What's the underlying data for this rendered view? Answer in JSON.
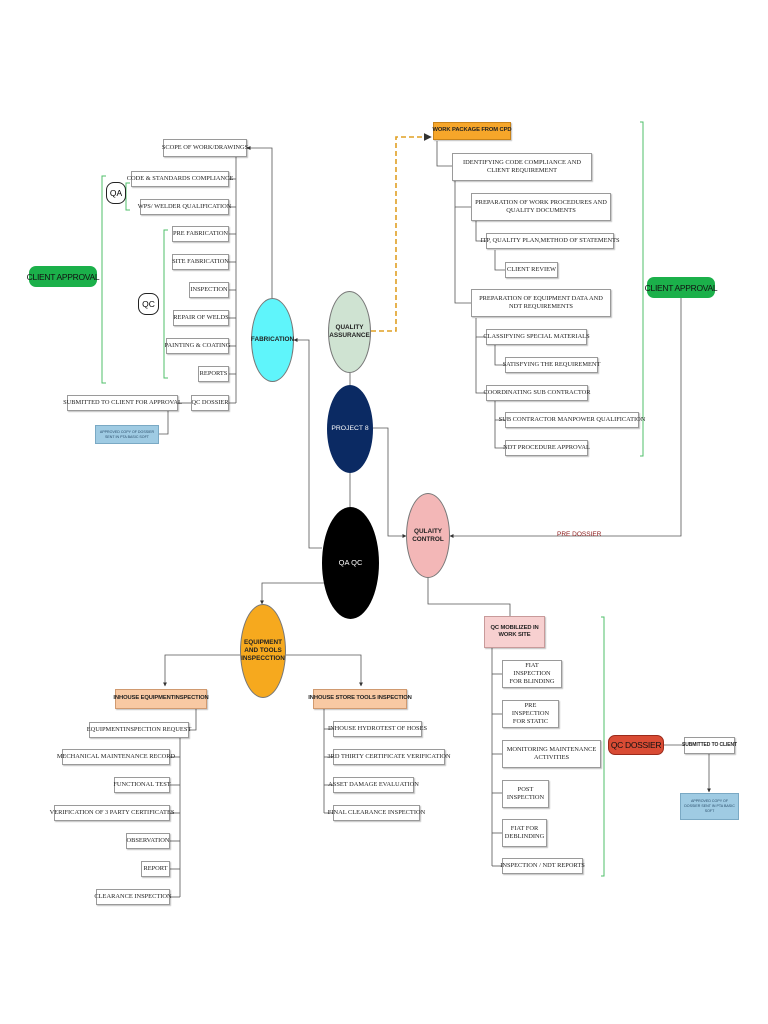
{
  "center": "QA QC",
  "project": "PROJECT 8",
  "quality_assurance": "QUALITY\nASSURANCE",
  "quality_control": "QULAITY\nCONTROL",
  "fabrication": "FABRICATION",
  "equipment": "EQUIPMENT\nAND TOOLS\nINSPECCTION",
  "fabrication_branch": {
    "scope": "SCOPE OF WORK/DRAWINGS",
    "qa_tag": "QA",
    "qa_items": [
      "CODE & STANDARDS COMPLIANCE",
      "WPS/ WELDER QUALIFICATION"
    ],
    "qc_tag": "QC",
    "qc_items": [
      "PRE FABRICATION",
      "SITE FABRICATION",
      "INSPECTION",
      "REPAIR OF WELDS",
      "PAINTING & COATING",
      "REPORTS"
    ],
    "qc_dossier": "QC DOSSIER",
    "submitted": "SUBMITTED TO CLIENT FOR APPROVAL",
    "approved_note": "APPROVED COPY OF DOSSIER SENT IN PTA BASIC SOFT",
    "client_approval": "CLIENT APPROVAL"
  },
  "qa_branch": {
    "work_package": "WORK PACKAGE FROM CPD",
    "identifying": "IDENTIFYING CODE COMPLIANCE AND CLIENT REQUIREMENT",
    "prep_procedures": "PREPARATION OF WORK PROCEDURES AND QUALITY DOCUMENTS",
    "itp": "ITP, QUALITY PLAN,METHOD OF STATEMENTS",
    "client_review": "CLIENT REVIEW",
    "prep_equipment": "PREPARATION OF EQUIPMENT DATA AND NDT REQUIREMENTS",
    "classifying": "CLASSIFYING SPECIAL MATERIALS",
    "satisfying": "SATISFYING THE REQUIREMENT",
    "coordinating": "COORDINATING SUB CONTRACTOR",
    "manpower": "SUB CONTRACTOR MANPOWER QUALIFICATION",
    "ndt_approval": "NDT PROCEDURE APPROVAL",
    "client_approval": "CLIENT APPROVAL",
    "pre_dossier": "PRE DOSSIER"
  },
  "qc_branch": {
    "mobilized": "QC MOBILIZED IN\nWORK SITE",
    "items": [
      "FIAT INSPECTION\nFOR BLINDING",
      "PRE INSPECTION\nFOR STATIC",
      "MONITORING MAINTENANCE\nACTIVITIES",
      "POST\nINSPECTION",
      "FIAT FOR\nDEBLINDING",
      "INSPECTION / NDT REPORTS"
    ],
    "qc_dossier": "QC DOSSIER",
    "submitted": "SUBMITTED TO CLIENT",
    "approved_note": "APPROVED COPY OF DOSSIER SENT IN PTA BASIC SOFT"
  },
  "equipment_branch": {
    "inhouse_equipment": "INHOUSE EQUIPMENTINSPECTION",
    "equipment_items": [
      "EQUIPMENTINSPECTION REQUEST",
      "MECHANICAL MAINTENANCE RECORD",
      "FUNCTIONAL TEST",
      "VERIFICATION OF 3 PARTY CERTIFICATES",
      "OBSERVATION",
      "REPORT",
      "CLEARANCE INSPECTION"
    ],
    "inhouse_store": "INHOUSE STORE TOOLS INSPECTION",
    "store_items": [
      "INHOUSE HYDROTEST OF HOSES",
      "3RD THIRTY CERTIFICATE VERIFICATION",
      "ASSET DAMAGE EVALUATION",
      "FINAL CLEARANCE INSPECTION"
    ]
  },
  "colors": {
    "qa_circle": "#cfe3d2",
    "project_circle": "#0b2a63",
    "center_circle": "#000000",
    "qc_circle": "#f3b7b7",
    "fabrication_circle": "#5ff5fb",
    "equipment_circle": "#f6a91e",
    "client_approval": "#1bb04a",
    "orange_header": "#f6a62a",
    "peach_header": "#f8c9a3",
    "pink_header": "#f7d0d0",
    "qc_dossier_pill": "#d94b34",
    "dashed_link": "#e0a024"
  }
}
